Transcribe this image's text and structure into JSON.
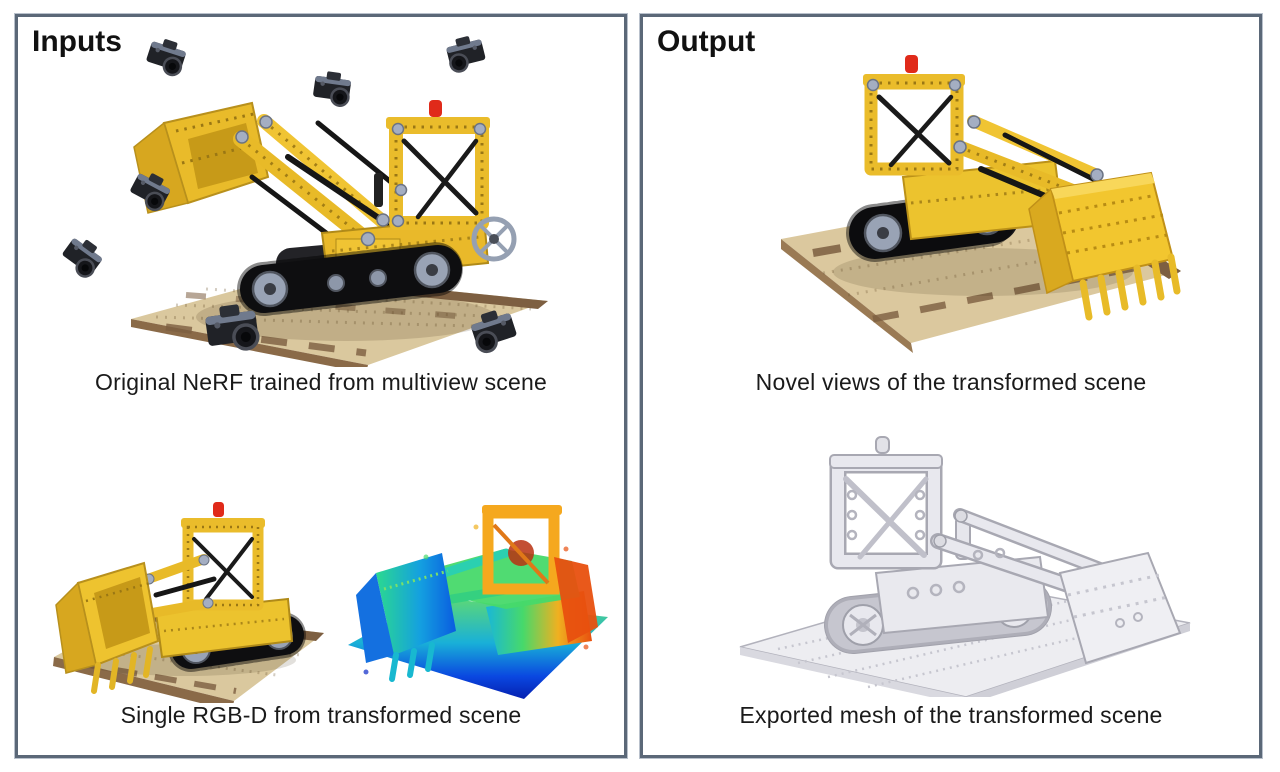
{
  "figure": {
    "panels": {
      "inputs": {
        "title": "Inputs",
        "items": [
          {
            "name": "multiview-nerf-scene",
            "caption": "Original NeRF trained from multiview scene",
            "content": "lego-bulldozer-surrounded-by-cameras",
            "camera_count": 7
          },
          {
            "name": "single-rgbd",
            "caption": "Single RGB-D from transformed scene",
            "content": [
              "rgb-render-of-bulldozer",
              "jet-colormap-depth-map"
            ]
          }
        ]
      },
      "output": {
        "title": "Output",
        "items": [
          {
            "name": "novel-views",
            "caption": "Novel views of the transformed scene",
            "content": "lego-bulldozer-novel-view-render"
          },
          {
            "name": "exported-mesh",
            "caption": "Exported mesh of the transformed scene",
            "content": "untextured-gray-mesh-render"
          }
        ]
      }
    },
    "colors": {
      "panel_border": "#5b6878",
      "lego_yellow": "#ecc02c",
      "lego_yellow_dark": "#c2941a",
      "baseplate_tan": "#dac89e",
      "baseplate_brown": "#7d5f41",
      "track_black": "#1b1b1e",
      "connector_gray": "#a4aec2",
      "beacon_red": "#e02a1a",
      "depth_near_blue": "#0a28c8",
      "depth_mid_green": "#42d96e",
      "depth_far_red": "#e8500f",
      "mesh_gray": "#ececf0"
    }
  }
}
